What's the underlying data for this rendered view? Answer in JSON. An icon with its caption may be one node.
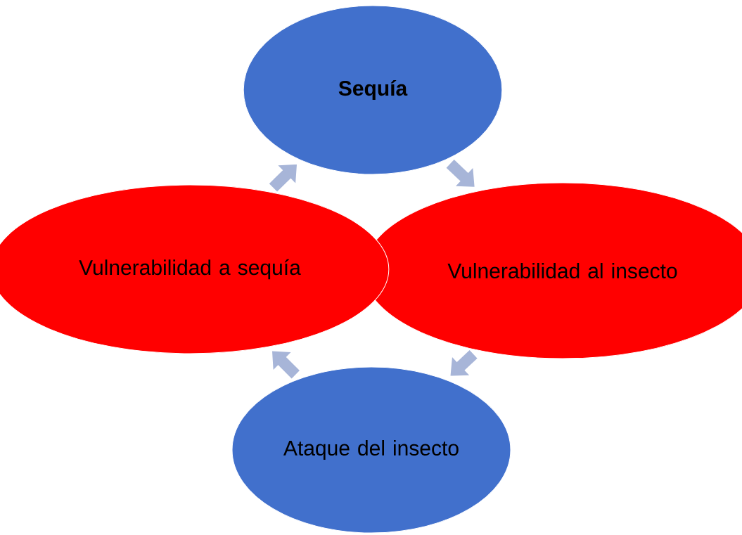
{
  "diagram": {
    "nodes": [
      {
        "text": [
          "Sequía"
        ]
      },
      {
        "text": [
          "Vulnerabilidad al insecto"
        ]
      },
      {
        "text": [
          "Ataque del insecto"
        ]
      },
      {
        "text": [
          "Vulnerabilidad a sequía"
        ]
      }
    ],
    "edges": [
      {
        "from": 0,
        "to": 1,
        "arrow": "to"
      },
      {
        "from": 1,
        "to": 2,
        "arrow": "to"
      },
      {
        "from": 2,
        "to": 3,
        "arrow": "to"
      },
      {
        "from": 3,
        "to": 0,
        "arrow": "to"
      }
    ]
  }
}
